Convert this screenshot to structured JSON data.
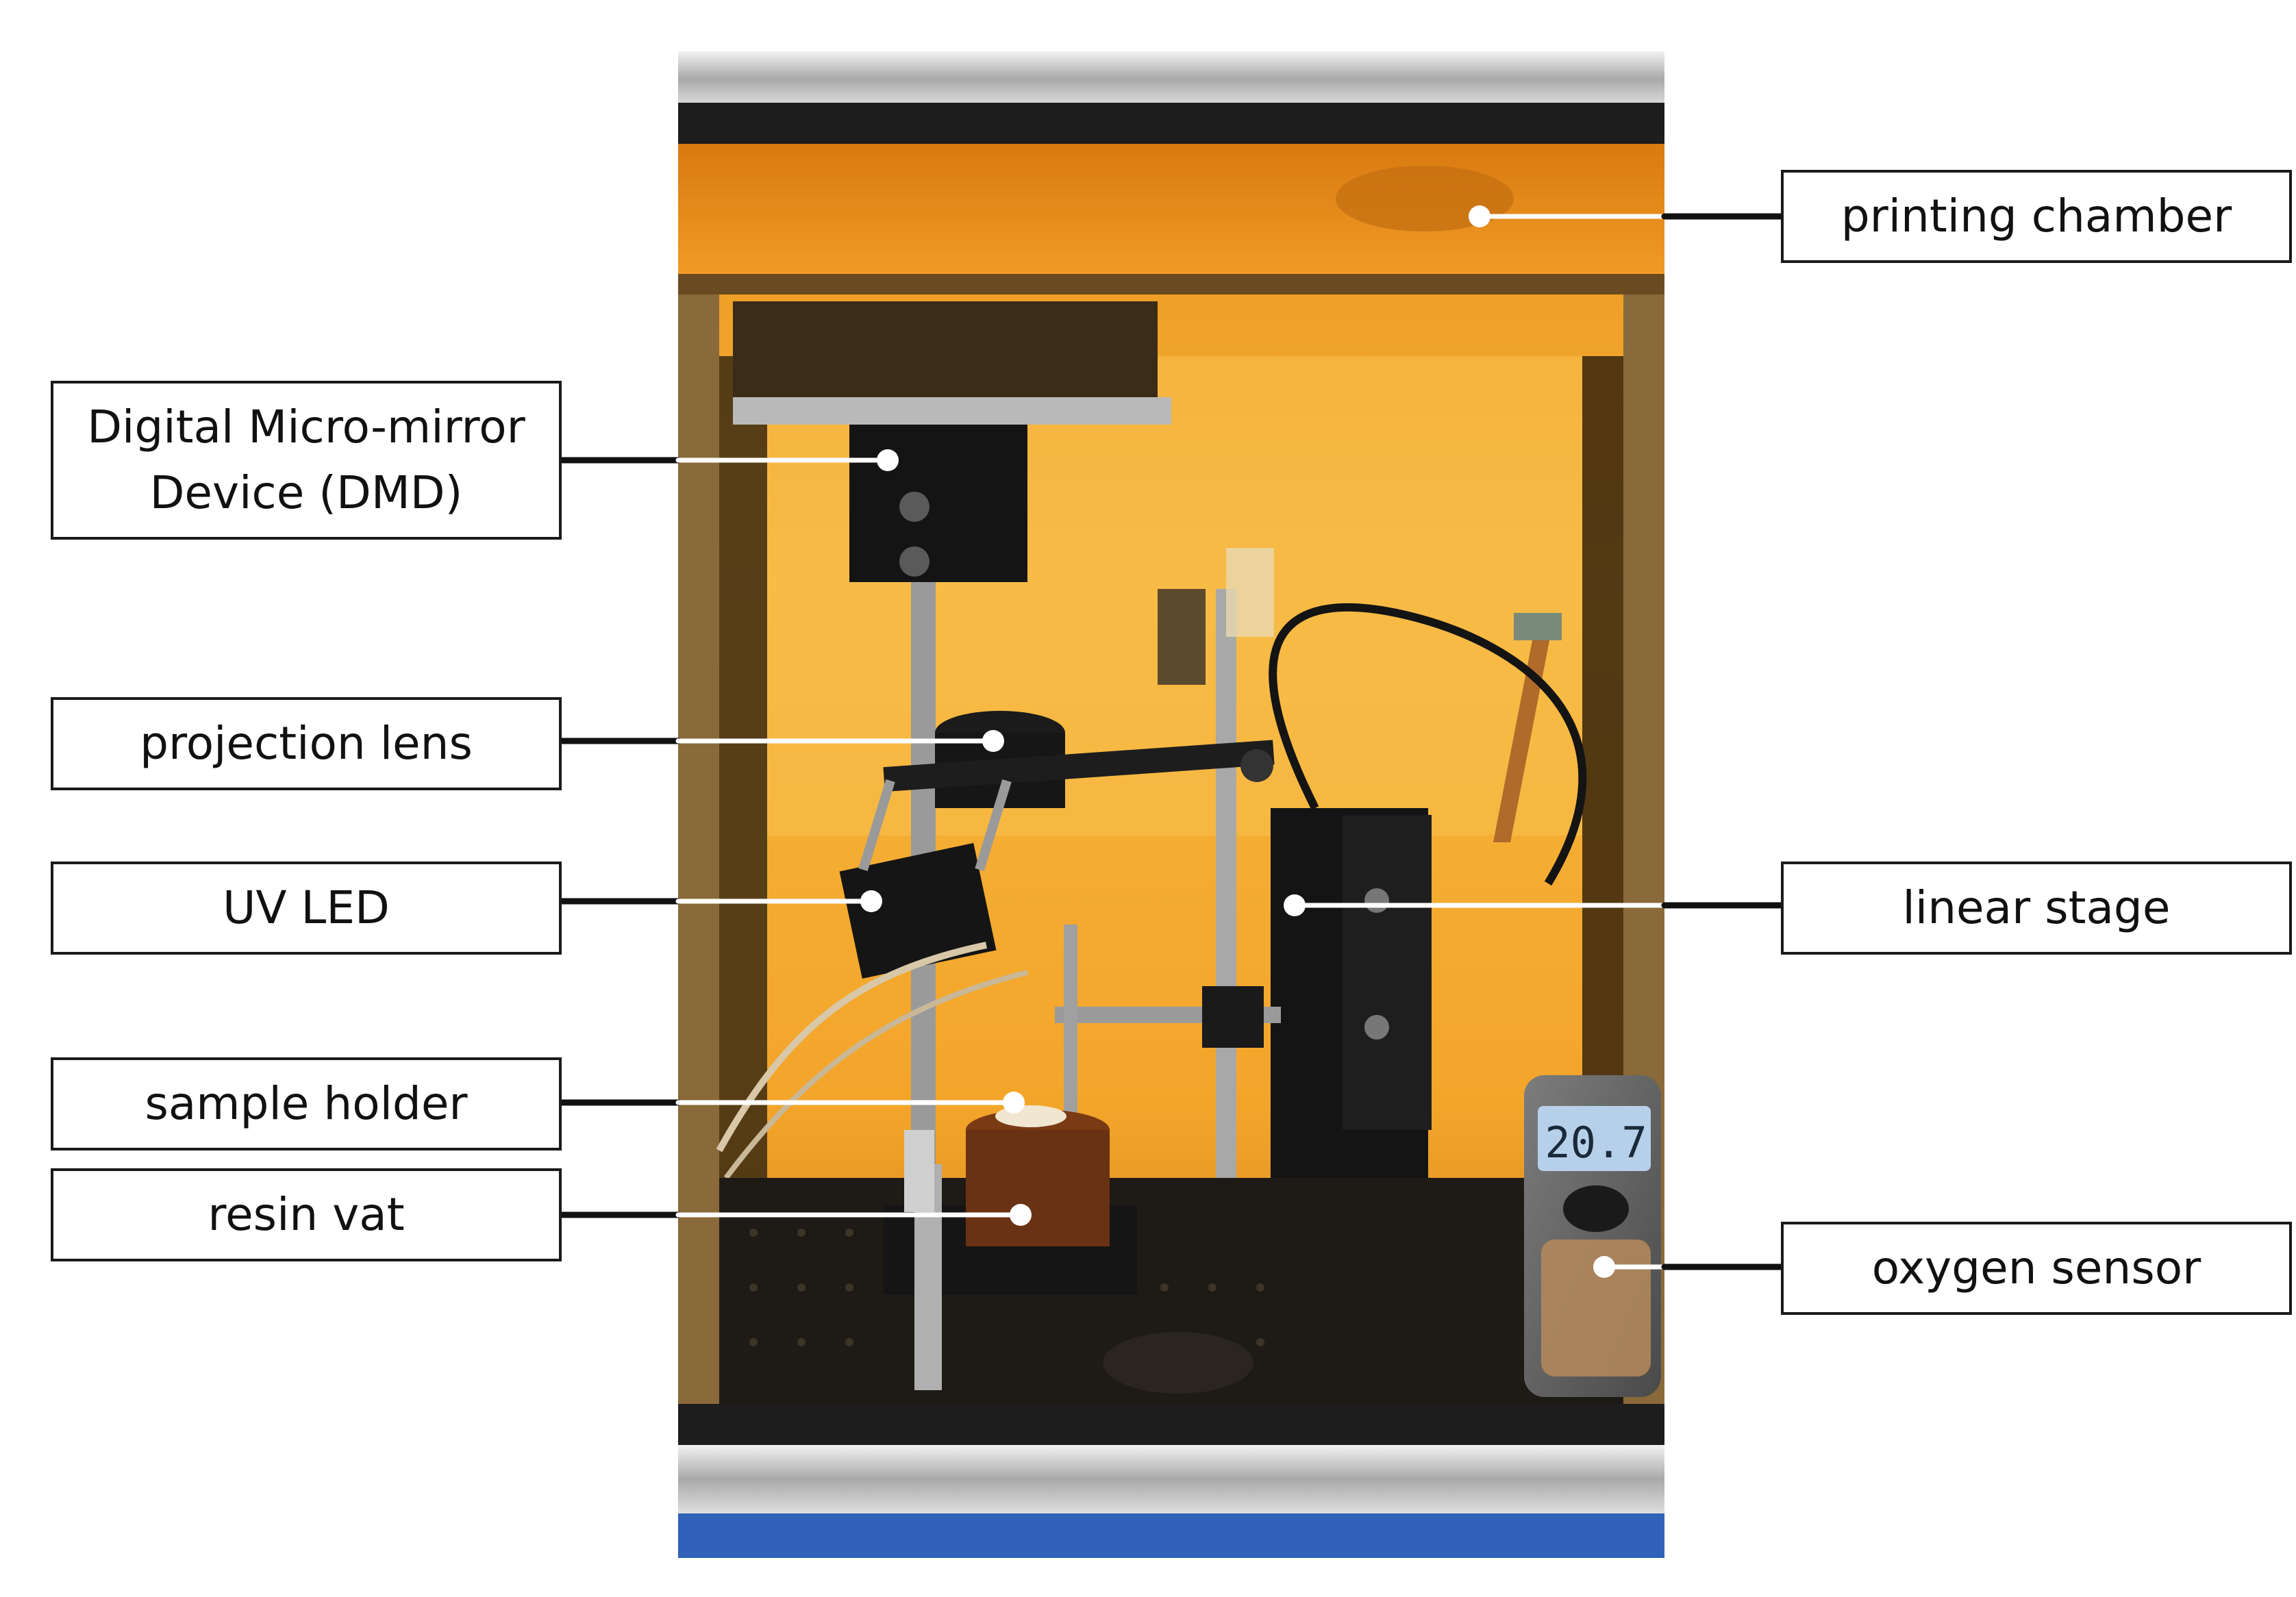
{
  "labels": {
    "dmd": "Digital Micro-mirror\nDevice (DMD)",
    "projection_lens": "projection lens",
    "uv_led": "UV LED",
    "sample_holder": "sample holder",
    "resin_vat": "resin vat",
    "printing_chamber": "printing chamber",
    "linear_stage": "linear stage",
    "oxygen_sensor": "oxygen sensor"
  },
  "sensor_display": "20.7",
  "colors": {
    "chamber_amber": "#f0a21c",
    "frame_silver": "#c8c8c8",
    "black_parts": "#141414",
    "base_blue": "#2f62b8"
  }
}
